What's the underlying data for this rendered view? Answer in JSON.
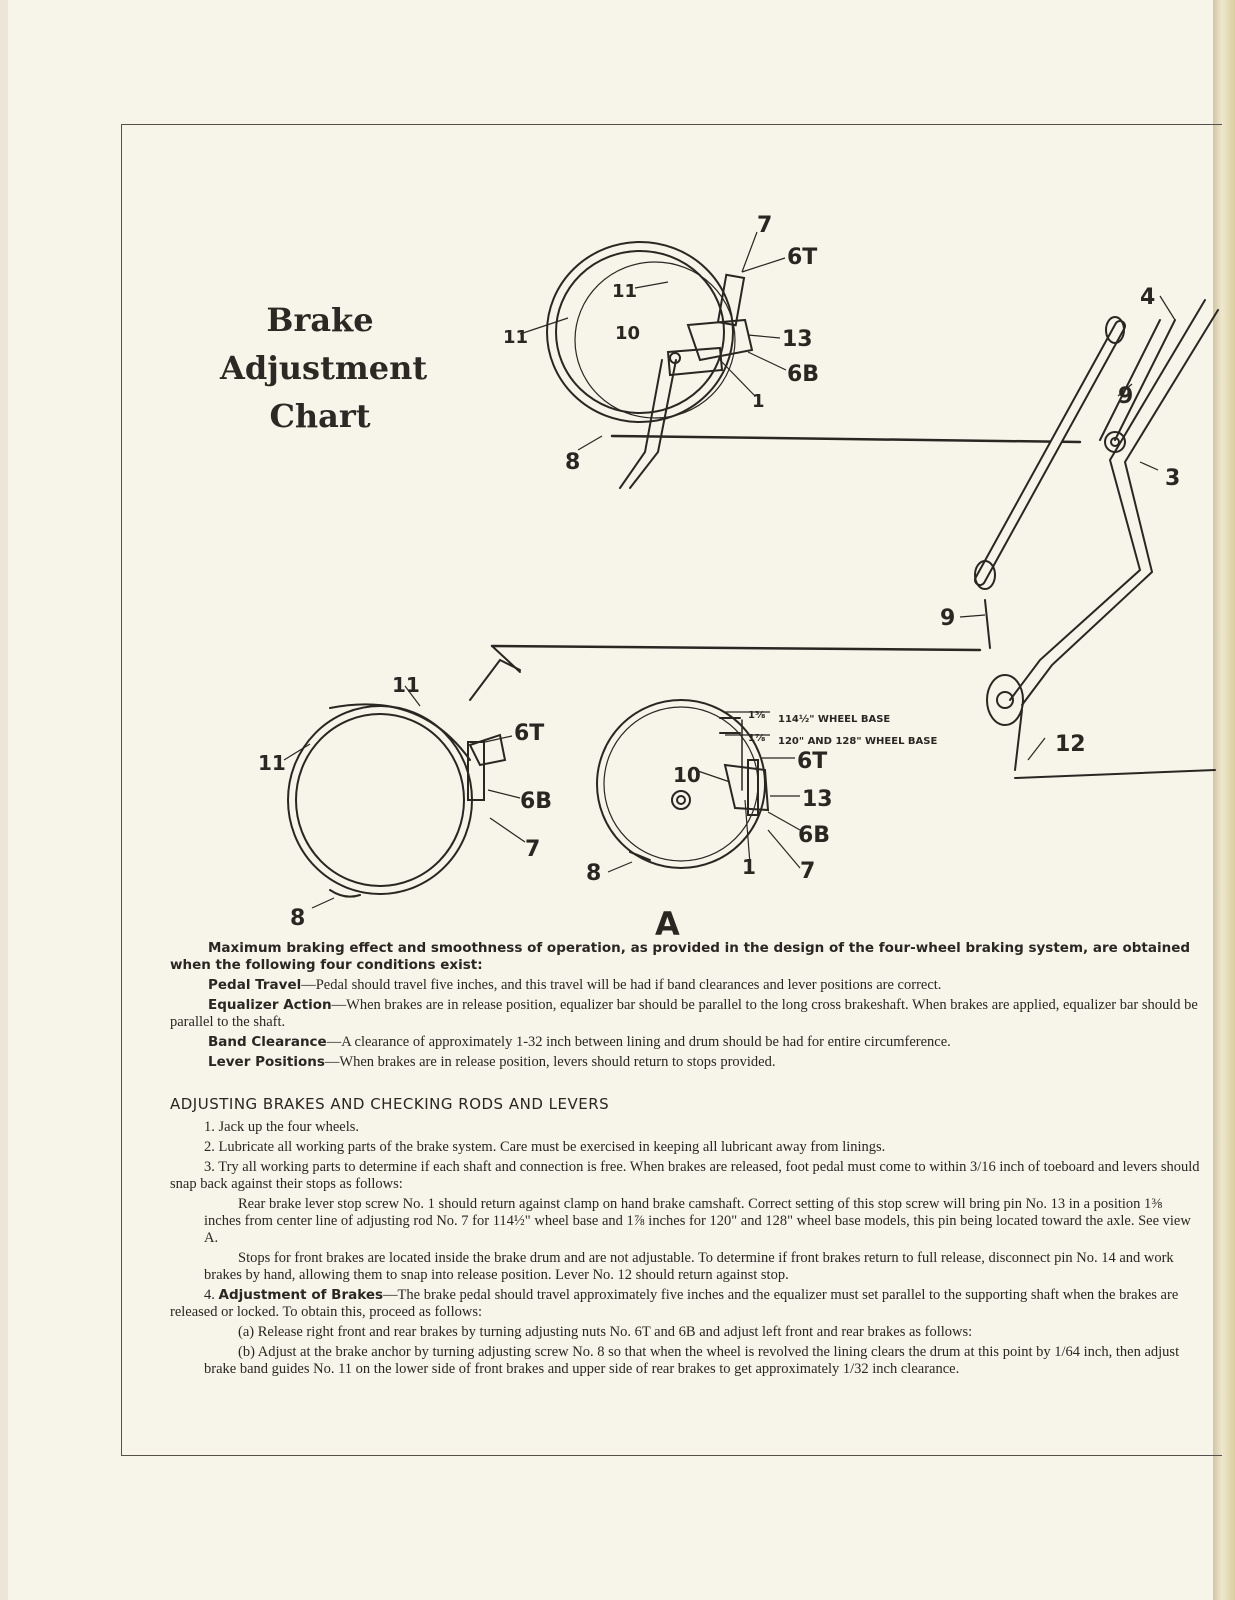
{
  "title_lines": [
    "Brake",
    "Adjustment",
    "Chart"
  ],
  "diagram": {
    "labels": {
      "top_7": "7",
      "top_6T": "6T",
      "top_11a": "11",
      "top_11b": "11",
      "top_10": "10",
      "top_13": "13",
      "top_6B": "6B",
      "top_1": "1",
      "top_8": "8",
      "right_4": "4",
      "right_9a": "9",
      "right_3": "3",
      "right_9b": "9",
      "right_12": "12",
      "left_11a": "11",
      "left_11b": "11",
      "left_6T": "6T",
      "left_6B": "6B",
      "left_7": "7",
      "left_8": "8",
      "a_10": "10",
      "a_6T": "6T",
      "a_13": "13",
      "a_6B": "6B",
      "a_7": "7",
      "a_1": "1",
      "a_8": "8",
      "view_A": "A",
      "wb_114": "114½\" WHEEL BASE",
      "wb_120": "120\" AND 128\" WHEEL BASE",
      "dim_a": "1⅜",
      "dim_b": "1⅞"
    }
  },
  "intro": "Maximum braking effect and smoothness of operation, as provided in the design of the four-wheel braking system, are obtained when the following four conditions exist:",
  "conditions": [
    {
      "term": "Pedal Travel",
      "text": "—Pedal should travel five inches, and this travel will be had if band clearances and lever positions are correct."
    },
    {
      "term": "Equalizer Action",
      "text": "—When brakes are in release position, equalizer bar should be parallel to the long cross brakeshaft. When brakes are applied, equalizer bar should be parallel to the shaft."
    },
    {
      "term": "Band Clearance",
      "text": "—A clearance of approximately 1-32 inch between lining and drum should be had for entire circumference."
    },
    {
      "term": "Lever Positions",
      "text": "—When brakes are in release position, levers should return to stops provided."
    }
  ],
  "section_heading": "ADJUSTING BRAKES AND CHECKING RODS AND LEVERS",
  "steps": {
    "s1": "1.  Jack up the four wheels.",
    "s2": "2.  Lubricate all working parts of the brake system.  Care must be exercised in keeping all lubricant away from linings.",
    "s3": "3.  Try all working parts to determine if each shaft and connection is free.  When brakes are released, foot pedal must come to within 3/16 inch of toeboard and levers should snap back against their stops as follows:",
    "s3a": "Rear brake lever stop screw No. 1 should return against clamp on hand brake camshaft.  Correct setting of this stop screw will bring pin No. 13 in a position 1⅜ inches from center line of adjusting rod No. 7 for 114½\" wheel base and 1⅞ inches for 120\" and 128\" wheel base models, this pin being located toward the axle.  See view A.",
    "s3b": "Stops for front brakes are located inside the brake drum and are not adjustable.  To determine if front brakes return to full release, disconnect pin No. 14 and work brakes by hand, allowing them to snap into release position.  Lever No. 12 should return against stop.",
    "s4_num": "4.",
    "s4_term": "Adjustment of Brakes",
    "s4_text": "—The brake pedal should travel approximately five inches and the equalizer must set parallel to the supporting shaft when the brakes are released or locked.  To obtain this, proceed as follows:",
    "s4a": "(a)  Release right front and rear brakes by turning adjusting nuts No. 6T and 6B and adjust left front and rear brakes as follows:",
    "s4b": "(b)  Adjust at the brake anchor by turning adjusting screw No. 8 so that when the wheel is revolved the lining clears the drum at this point by 1/64 inch, then adjust brake band guides No. 11 on the lower side of front brakes and upper side of rear brakes to get approximately 1/32 inch clearance."
  }
}
